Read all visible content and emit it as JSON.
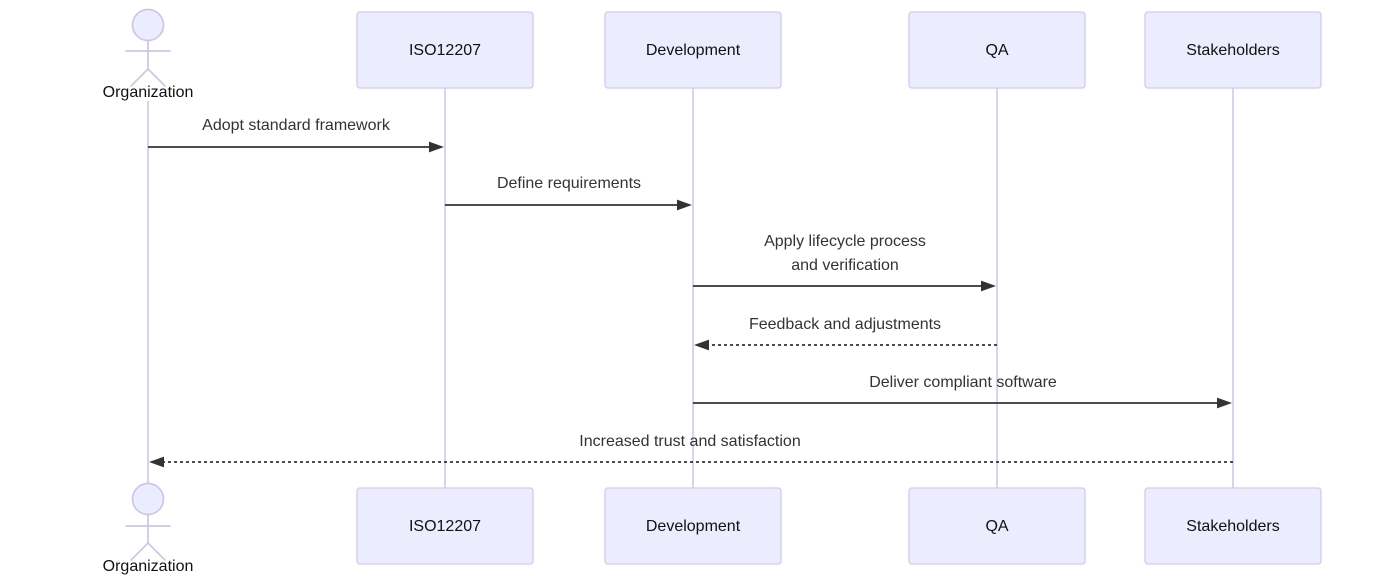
{
  "diagram": {
    "type": "sequence-diagram",
    "colors": {
      "participant_fill": "#ececff",
      "participant_border": "#d2cbee",
      "lifeline": "#cfc8ec",
      "actor_stroke": "#cdc5ea",
      "message_color": "#333333",
      "label_color": "#111111",
      "background": "#ffffff"
    },
    "actors": [
      {
        "id": "organization",
        "label": "Organization",
        "kind": "actor"
      },
      {
        "id": "iso12207",
        "label": "ISO12207",
        "kind": "participant"
      },
      {
        "id": "development",
        "label": "Development",
        "kind": "participant"
      },
      {
        "id": "qa",
        "label": "QA",
        "kind": "participant"
      },
      {
        "id": "stakeholders",
        "label": "Stakeholders",
        "kind": "participant"
      }
    ],
    "messages": [
      {
        "from": "Organization",
        "to": "ISO12207",
        "label_lines": [
          "Adopt standard framework"
        ],
        "line": "solid",
        "direction": "right"
      },
      {
        "from": "ISO12207",
        "to": "Development",
        "label_lines": [
          "Define requirements"
        ],
        "line": "solid",
        "direction": "right"
      },
      {
        "from": "Development",
        "to": "QA",
        "label_lines": [
          "Apply lifecycle process",
          "and verification"
        ],
        "line": "solid",
        "direction": "right"
      },
      {
        "from": "QA",
        "to": "Development",
        "label_lines": [
          "Feedback and adjustments"
        ],
        "line": "dashed",
        "direction": "left"
      },
      {
        "from": "Development",
        "to": "Stakeholders",
        "label_lines": [
          "Deliver compliant software"
        ],
        "line": "solid",
        "direction": "right"
      },
      {
        "from": "Stakeholders",
        "to": "Organization",
        "label_lines": [
          "Increased trust and satisfaction"
        ],
        "line": "dashed",
        "direction": "left"
      }
    ]
  }
}
